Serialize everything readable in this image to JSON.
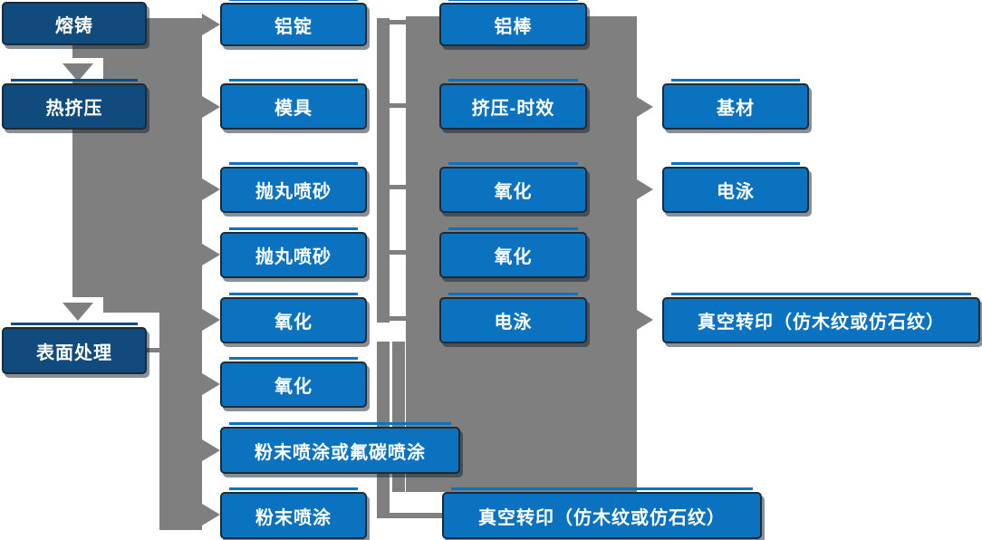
{
  "diagram": {
    "type": "flowchart",
    "description": "Aluminum profile production process flow",
    "stages": {
      "items": [
        "熔铸",
        "热挤压",
        "表面处理"
      ]
    },
    "col2": {
      "items": [
        "铝锭",
        "模具",
        "抛丸喷砂",
        "抛丸喷砂",
        "氧化",
        "氧化",
        "粉末喷涂或氟碳喷涂",
        "粉末喷涂"
      ]
    },
    "col3": {
      "items": [
        "铝棒",
        "挤压-时效",
        "氧化",
        "氧化",
        "电泳"
      ]
    },
    "col3_bottom": "真空转印（仿木纹或仿石纹）",
    "col4": {
      "items": [
        "基材",
        "电泳",
        "真空转印（仿木纹或仿石纹）"
      ]
    }
  },
  "colors": {
    "stage_fill": "#114a7c",
    "step_fill": "#0a72bf",
    "connector_gray": "#7f7f7f",
    "label_text": "#ffffff",
    "background": "#ffffff"
  }
}
